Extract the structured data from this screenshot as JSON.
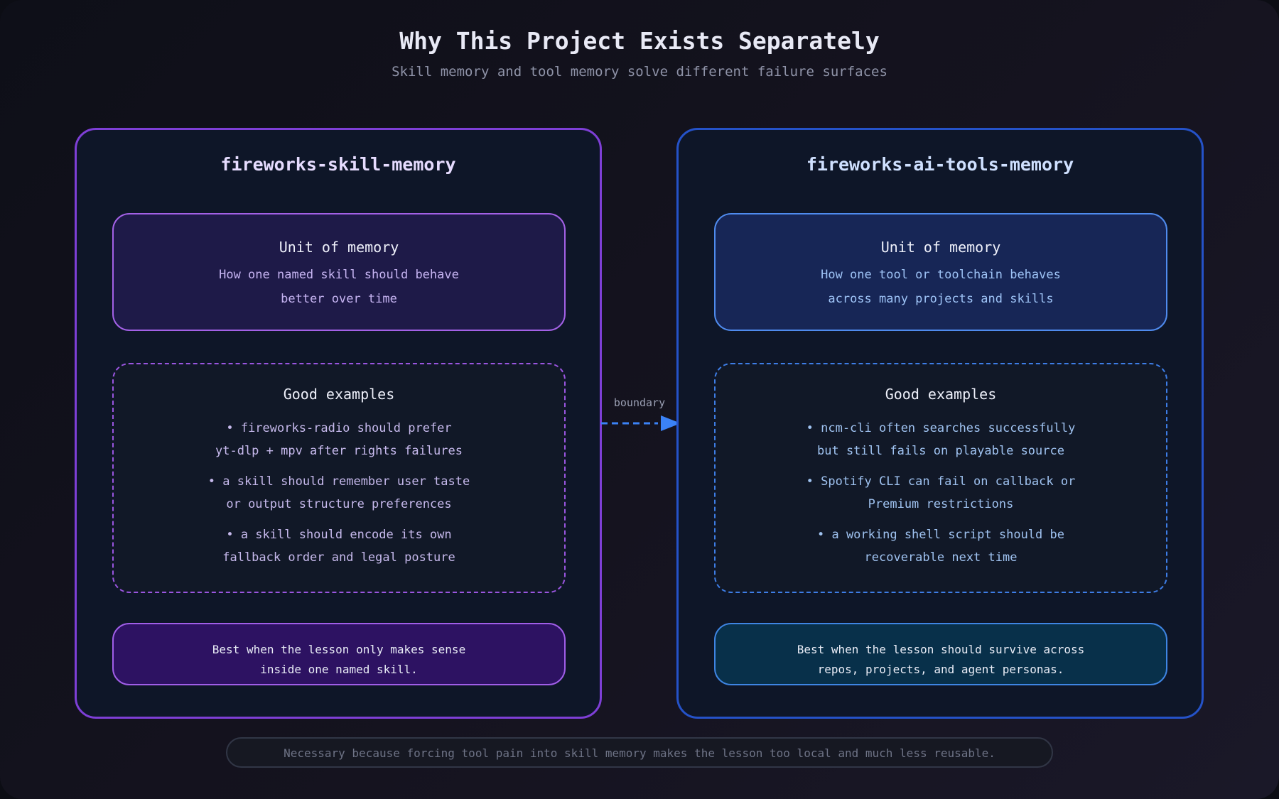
{
  "header": {
    "title": "Why This Project Exists Separately",
    "subtitle": "Skill memory and tool memory solve different failure surfaces"
  },
  "panels": {
    "left": {
      "title": "fireworks-skill-memory",
      "unit": {
        "title": "Unit of memory",
        "lines": [
          "How one named skill should behave",
          "better over time"
        ]
      },
      "examples": {
        "title": "Good examples",
        "items": [
          [
            "• fireworks-radio should prefer",
            "yt-dlp + mpv after rights failures"
          ],
          [
            "• a skill should remember user taste",
            "or output structure preferences"
          ],
          [
            "• a skill should encode its own",
            "fallback order and legal posture"
          ]
        ]
      },
      "best": [
        "Best when the lesson only makes sense",
        "inside one named skill."
      ]
    },
    "right": {
      "title": "fireworks-ai-tools-memory",
      "unit": {
        "title": "Unit of memory",
        "lines": [
          "How one tool or toolchain behaves",
          "across many projects and skills"
        ]
      },
      "examples": {
        "title": "Good examples",
        "items": [
          [
            "• ncm-cli often searches successfully",
            "but still fails on playable source"
          ],
          [
            "• Spotify CLI can fail on callback or",
            "Premium restrictions"
          ],
          [
            "• a working shell script should be",
            "recoverable next time"
          ]
        ]
      },
      "best": [
        "Best when the lesson should survive across",
        "repos, projects, and agent personas."
      ]
    }
  },
  "connector": {
    "label": "boundary",
    "color": "#3b82f6"
  },
  "footer": {
    "text": "Necessary because forcing tool pain into skill memory makes the lesson too local and much less reusable."
  },
  "colors": {
    "left_accent": "#7e3fd6",
    "right_accent": "#2552c8"
  }
}
